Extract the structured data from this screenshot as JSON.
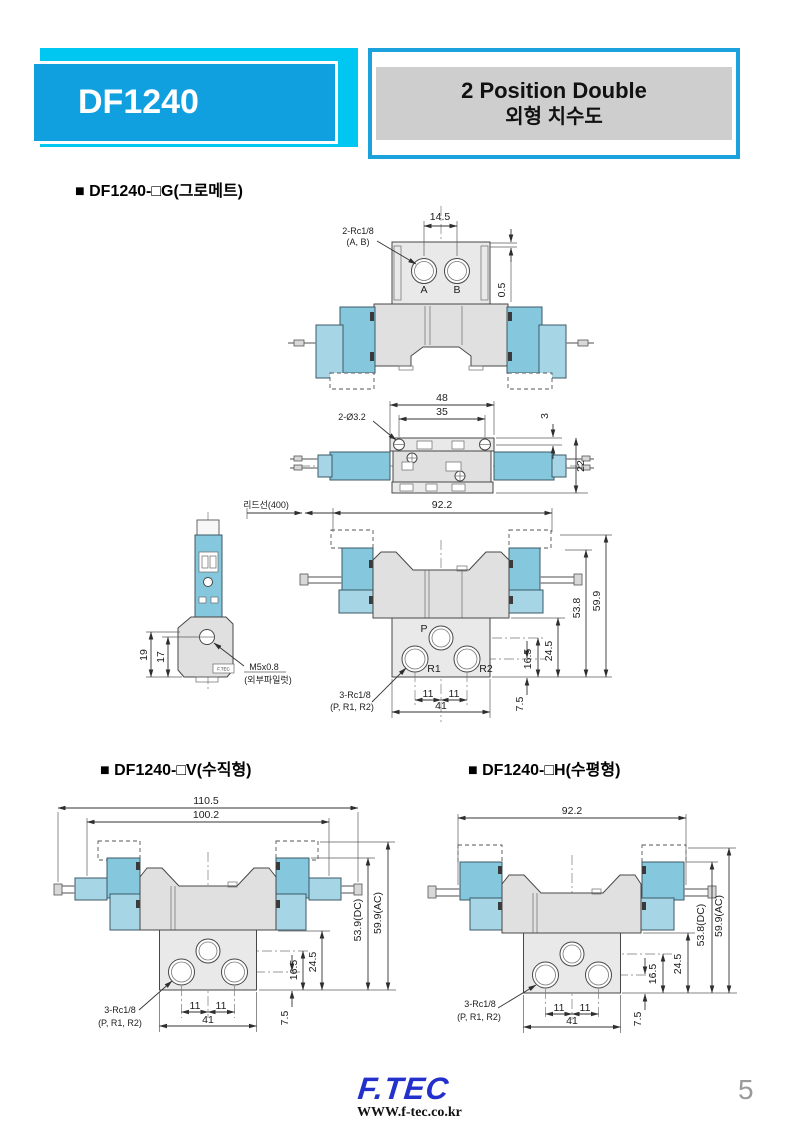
{
  "header": {
    "model": "DF1240",
    "title_line1": "2 Position Double",
    "title_line2": "외형 치수도"
  },
  "sections": {
    "g": "■ DF1240-□G(그로메트)",
    "v": "■ DF1240-□V(수직형)",
    "h": "■ DF1240-□H(수평형)"
  },
  "drawing_g": {
    "top_view": {
      "dim_14_5": "14.5",
      "callout1": "2-Rc1/8",
      "callout2": "(A, B)",
      "label_a": "A",
      "label_b": "B",
      "dim_0_5": "0.5"
    },
    "plan_view": {
      "dim_48": "48",
      "dim_35": "35",
      "callout": "2-Ø3.2",
      "dim_3": "3",
      "dim_22": "22"
    },
    "front_view": {
      "lead": "리드선(400)",
      "dim_92_2": "92.2",
      "dim_53_8": "53.8",
      "dim_59_9": "59.9",
      "label_p": "P",
      "label_r1": "R1",
      "label_r2": "R2",
      "dim_16_5": "16.5",
      "dim_24_5": "24.5",
      "dim_11_left": "11",
      "dim_11_right": "11",
      "dim_41": "41",
      "dim_7_5": "7.5",
      "callout1": "3-Rc1/8",
      "callout2": "(P, R1, R2)"
    },
    "side_view": {
      "dim_19": "19",
      "dim_17": "17",
      "brand": "F.TEC",
      "callout1": "M5x0.8",
      "callout2": "(외부파일럿)"
    }
  },
  "drawing_v": {
    "dim_110_5": "110.5",
    "dim_100_2": "100.2",
    "dim_dc": "53.9(DC)",
    "dim_ac": "59.9(AC)",
    "dim_24_5": "24.5",
    "dim_16_5": "16.5",
    "dim_7_5": "7.5",
    "dim_11_left": "11",
    "dim_11_right": "11",
    "dim_41": "41",
    "callout1": "3-Rc1/8",
    "callout2": "(P, R1, R2)"
  },
  "drawing_h": {
    "dim_92_2": "92.2",
    "dim_dc": "53.8(DC)",
    "dim_ac": "59.9(AC)",
    "dim_24_5": "24.5",
    "dim_16_5": "16.5",
    "dim_7_5": "7.5",
    "dim_11_left": "11",
    "dim_11_right": "11",
    "dim_41": "41",
    "callout1": "3-Rc1/8",
    "callout2": "(P, R1, R2)"
  },
  "footer": {
    "logo": "F.TEC",
    "website": "WWW.f-tec.co.kr",
    "page_number": "5"
  },
  "colors": {
    "badge_back_cyan": "#00c6f2",
    "badge_front_blue": "#10a0e0",
    "title_border_blue": "#1ba2dc",
    "title_gray_band": "#cecece",
    "solenoid_blue": "#85c7dc",
    "solenoid_blue_light": "#a6d6e5",
    "body_gray": "#e0e0e0",
    "logo_blue": "#2330cc"
  }
}
